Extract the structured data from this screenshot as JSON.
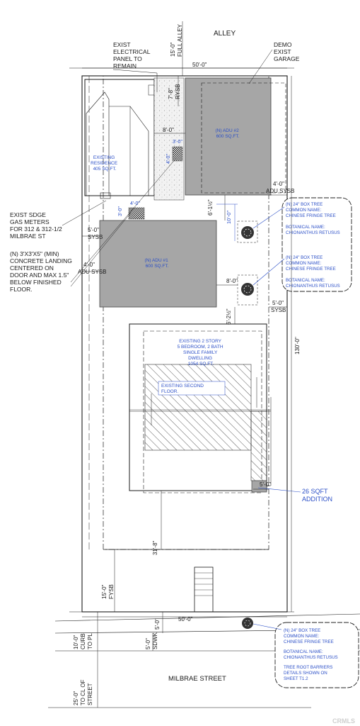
{
  "labels": {
    "alley": "ALLEY",
    "street": "MILBRAE STREET",
    "watermark": "CRMLS"
  },
  "callouts": {
    "electrical": [
      "EXIST",
      "ELECTRICAL",
      "PANEL TO",
      "REMAIN"
    ],
    "garage": [
      "DEMO",
      "EXIST",
      "GARAGE"
    ],
    "gas": [
      "EXIST SDGE",
      "GAS METERS",
      "FOR 312 & 312-1/2",
      "MILBRAE ST"
    ],
    "landing": [
      "(N)  3'X3'X5\" (MIN)",
      "CONCRETE LANDING",
      "CENTERED ON",
      "DOOR AND MAX 1.5\"",
      "BELOW FINISHED",
      "FLOOR."
    ],
    "addition": [
      "26 SQFT",
      "ADDITION"
    ]
  },
  "buildings": {
    "adu2": [
      "(N) ADU #2",
      "600 SQ.FT."
    ],
    "adu1": [
      "(N) ADU #1",
      "600 SQ.FT."
    ],
    "residence": [
      "EXISTING",
      "RESIDENCE",
      "405 SQ.FT."
    ],
    "main": [
      "EXISTING 2 STORY",
      "5 BEDROOM, 2 BATH",
      "SINGLE FAMILY",
      "DWELLING",
      "1054 SQ.FT."
    ],
    "second_floor": [
      "EXISTING SECOND",
      "FLOOR."
    ]
  },
  "trees": {
    "tree1": [
      "(N) 24\" BOX TREE",
      "COMMON NAME:",
      "CHINESE FRINGE TREE",
      "",
      "BOTANICAL NAME:",
      "CHIONANTHUS RETUSUS"
    ],
    "tree2": [
      "(N) 24\" BOX TREE",
      "COMMON NAME:",
      "CHINESE FRINGE TREE",
      "",
      "BOTANICAL NAME:",
      "CHIONANTHUS RETUSUS"
    ],
    "tree3": [
      "(N)  24\" BOX TREE",
      "COMMON NAME:",
      "CHINESE FRINGE TREE",
      "",
      "BOTANICAL NAME:",
      "CHIONANTHUS RETUSUS",
      "",
      "TREE ROOT BARRIERS",
      "DETAILS SHOWN ON",
      "SHEET T1.2"
    ]
  },
  "dims": {
    "full_alley": [
      "15'-0\"",
      "FULL ALLEY"
    ],
    "lot_width_top": "50'-0\"",
    "rysb": [
      "7'-8\"",
      "RYSB"
    ],
    "gap_8_0": "8'-0\"",
    "pad_3_0a": "3'-0\"",
    "pad_4_0a": "4'-0\"",
    "pad_3_0b": "3'-0\"",
    "pad_4_0b": "4'-0\"",
    "adu_sysb": [
      "4'-0\"",
      "ADU SYSB"
    ],
    "sep_6_1_2": "6'-1½\"",
    "tree_10_0": "10'-0\"",
    "tree_8_0": "8'-0\"",
    "left_sysb": [
      "5'-0\"",
      "SYSB"
    ],
    "adu_sysb_left": [
      "4'-0\"",
      "ADU SYSB"
    ],
    "right_sysb": [
      "5'-0\"",
      "SYSB"
    ],
    "sep_6_2_1_2": "6'-2½\"",
    "lot_depth": "130'-0\"",
    "add_5_0": "5'-0\"",
    "dist_31_8": "31'-8\"",
    "fysb": [
      "15'-0\"",
      "FYSB"
    ],
    "lot_width_bottom": "50'-0\"",
    "curb": [
      "10'-0\"",
      "CURB",
      "TO PL"
    ],
    "sdwk": [
      "5'-0\"",
      "SDWK"
    ],
    "sdwk_5_0": "5'-0\"",
    "street_cl": [
      "25'-0\"",
      "TO CL OF",
      "STREET"
    ]
  },
  "colors": {
    "ink": "#1a1a1a",
    "annotation": "#2b4fc7",
    "new_adu_fill": "#a6a6a6",
    "concrete_fill": "#eeeeee"
  }
}
